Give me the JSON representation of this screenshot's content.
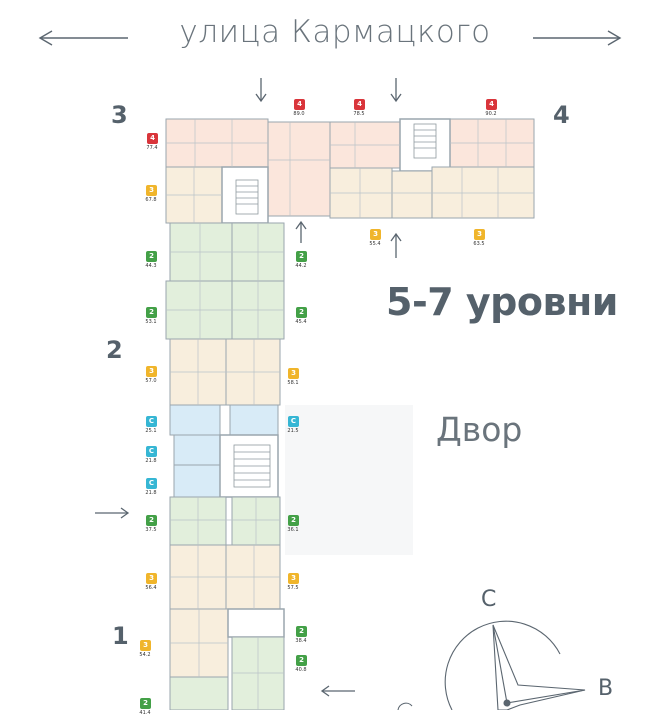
{
  "labels": {
    "street": "улица Кармацкого",
    "levels": "5-7 уровни",
    "yard": "Двор",
    "section_1": "1",
    "section_2": "2",
    "section_3": "3",
    "section_4": "4",
    "compass_north": "С",
    "compass_east": "В"
  },
  "colors": {
    "rooms_1": "#ed2f3a",
    "rooms_2": "#43a047",
    "rooms_3": "#f0b52b",
    "rooms_4": "#d9353b",
    "studio": "#36b6d4",
    "fill_2": "#e2efdc",
    "fill_3": "#f8eedd",
    "fill_4": "#fbe6dc",
    "fill_studio": "#d8ebf7",
    "wall": "#9aa6ae",
    "text": "#55616b"
  },
  "badges": [
    {
      "id": "b-top-1",
      "rooms": "4",
      "area": "89.0"
    },
    {
      "id": "b-top-2",
      "rooms": "4",
      "area": "78.5"
    },
    {
      "id": "b-top-3",
      "rooms": "4",
      "area": "90.2"
    },
    {
      "id": "b-left-4",
      "rooms": "4",
      "area": "77.4"
    },
    {
      "id": "b-left-3a",
      "rooms": "3",
      "area": "67.8"
    },
    {
      "id": "b-bot-3a",
      "rooms": "3",
      "area": "55.4"
    },
    {
      "id": "b-bot-3b",
      "rooms": "3",
      "area": "63.5"
    },
    {
      "id": "b-left-2a",
      "rooms": "2",
      "area": "44.3"
    },
    {
      "id": "b-mid-2a",
      "rooms": "2",
      "area": "44.2"
    },
    {
      "id": "b-left-2b",
      "rooms": "2",
      "area": "53.1"
    },
    {
      "id": "b-mid-2b",
      "rooms": "2",
      "area": "45.4"
    },
    {
      "id": "b-left-3b",
      "rooms": "3",
      "area": "57.0"
    },
    {
      "id": "b-right-3a",
      "rooms": "3",
      "area": "58.1"
    },
    {
      "id": "b-left-c1",
      "rooms": "С",
      "area": "25.1"
    },
    {
      "id": "b-right-c1",
      "rooms": "С",
      "area": "21.5"
    },
    {
      "id": "b-left-c2",
      "rooms": "С",
      "area": "21.8"
    },
    {
      "id": "b-left-c3",
      "rooms": "С",
      "area": "21.8"
    },
    {
      "id": "b-left-2c",
      "rooms": "2",
      "area": "37.5"
    },
    {
      "id": "b-right-2c",
      "rooms": "2",
      "area": "36.1"
    },
    {
      "id": "b-left-3c",
      "rooms": "3",
      "area": "56.4"
    },
    {
      "id": "b-right-3b",
      "rooms": "3",
      "area": "57.5"
    },
    {
      "id": "b-left-3d",
      "rooms": "3",
      "area": "54.2"
    },
    {
      "id": "b-right-2d",
      "rooms": "2",
      "area": "38.4"
    },
    {
      "id": "b-right-2e",
      "rooms": "2",
      "area": "40.8"
    },
    {
      "id": "b-left-2f",
      "rooms": "2",
      "area": "41.4"
    }
  ]
}
